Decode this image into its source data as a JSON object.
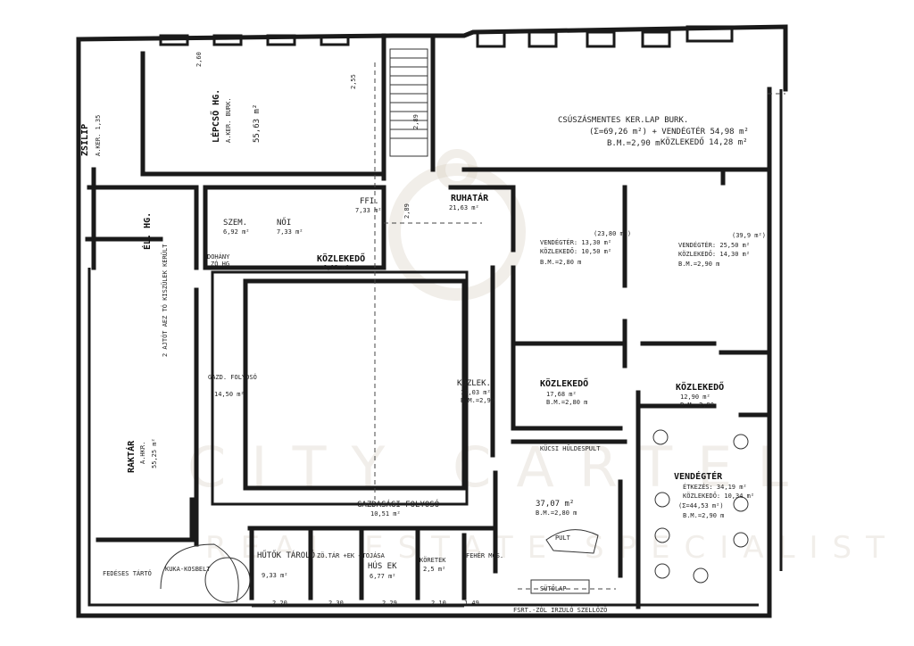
{
  "watermark": {
    "line1": "CITY CARTEL",
    "line2": "REAL ESTATE SPECIALIST"
  },
  "rooms": {
    "zsilip": "ZSILIP",
    "zsilip_area": "A.KER. 1,35",
    "lepcso": "LÉPCSŐ HG.",
    "lepcso_sub": "A.KER. BURK.",
    "lepcso_area": "55,63 m²",
    "el_hg": "ÉL. HG.",
    "szem": "SZEM.",
    "szem_area": "6,92 m²",
    "noi": "NŐI",
    "noi_area": "7,33 m²",
    "ffi": "FFI.",
    "ffi_area": "7,33 m²",
    "kozlekedo_wc": "KÖZLEKEDŐ",
    "kozlekedo_wc_area": "6,12 m²",
    "ruhatar": "RUHATÁR",
    "ruhatar_area": "21,63 m²",
    "dohany": "DOHÁNY",
    "dohany_sub": "ZÓ HG",
    "note_burk": "CSÚSZÁSMENTES KER.LAP BURK.",
    "note_sum": "(Σ=69,26 m²) + VENDÉGTÉR 54,98 m²",
    "note_koz": "KÖZLEKEDŐ 14,28 m²",
    "note_bm": "B.M.=2,90 m",
    "v1_total": "(23,80 m²)",
    "v1_vend": "VENDÉGTÉR: 13,30 m²",
    "v1_koz": "KÖZLEKEDŐ: 10,50 m²",
    "v1_bm": "B.M.=2,80 m",
    "v2_total": "(39,9 m²)",
    "v2_vend": "VENDÉGTÉR: 25,50 m²",
    "v2_koz": "KÖZLEKEDŐ: 14,30 m²",
    "v2_bm": "B.M.=2,90 m",
    "kozlek": "KÖZLEK.",
    "kozlek_area": "17,03 m²",
    "kozlek_bm": "B.M.=2,90",
    "koz2": "KÖZLEKEDŐ",
    "koz2_area": "17,68 m²",
    "koz2_bm": "B.M.=2,80 m",
    "koz3": "KÖZLEKEDŐ",
    "koz3_area": "12,90 m²",
    "koz3_bm": "B.M.=2,90",
    "vendegter": "VENDÉGTÉR",
    "v3_etk": "ÉTKEZÉS: 34,19 m²",
    "v3_koz": "KÖZLEKEDŐ: 10,34 m²",
    "v3_sum": "(Σ=44,53 m²)",
    "v3_bm": "B.M.=2,90 m",
    "konyha_area": "37,07 m²",
    "konyha_bm": "B.M.=2,80 m",
    "pult": "PULT",
    "sutolap": "SÜTŐLAP",
    "kuchi": "KÜCSI HŰLDESPULT",
    "gazd_foly": "GAZDASÁGI FOLYOSÓ",
    "gazd_foly_area": "10,51 m²",
    "hutok": "HŰTŐK TÁROLÓ",
    "hutok_area": "9,33 m²",
    "zotar": "ZÖ.TÁR +EK +TOJÁSA",
    "hus": "HÚS EK",
    "hus_area": "6,77 m²",
    "koretek": "KÖRETEK",
    "koretek_area": "2,5 m²",
    "feher": "FEHÉR MOS.",
    "kuka": "KUKA-KOSBELT",
    "fedes": "FEDÉSES TÁRTÓ",
    "raktar": "RAKTÁR",
    "raktar_sub": "A.HKR.",
    "raktar_area": "55,25 m²",
    "gazd": "GAZD. FOLYOSÓ",
    "gazd_area": "14,50 m²",
    "note_left": "2 AJTÓT AEZ TÓ KISZÜLEK KERÜLT",
    "bottom_note": "FSRT.-ZÓL IRZULÓ SZELLŐZŐ"
  },
  "dimensions": [
    "2,20",
    "2,30",
    "2,29",
    "2,10",
    "1,49",
    "2,89",
    "2,55",
    "2,60",
    "2,89"
  ]
}
